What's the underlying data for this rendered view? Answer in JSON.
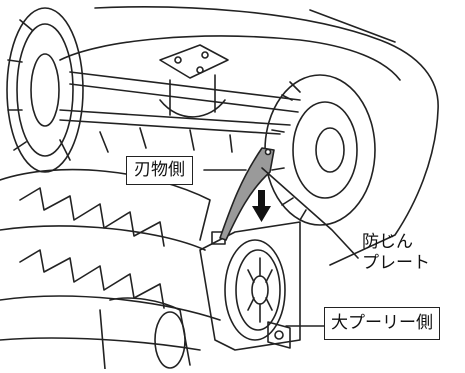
{
  "figure": {
    "subject": "mower-reel-assembly",
    "colors": {
      "line": "#222222",
      "guard_plate_fill": "#9a9a9a",
      "background": "#ffffff"
    }
  },
  "labels": {
    "blade_side": "刃物側",
    "guard_plate_line1": "防じん",
    "guard_plate_line2": "プレート",
    "large_pulley_side": "大プーリー側"
  },
  "icons": {
    "down_arrow": "down-arrow-icon"
  }
}
